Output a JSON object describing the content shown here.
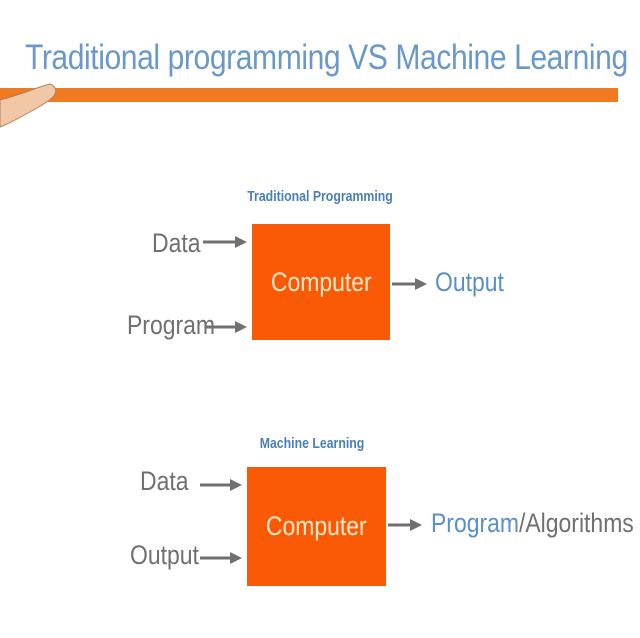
{
  "slide": {
    "title": "Traditional programming VS Machine Learning"
  },
  "traditional": {
    "caption": "Traditional Programming",
    "inputs": [
      "Data",
      "Program"
    ],
    "box": "Computer",
    "output": "Output"
  },
  "ml": {
    "caption": "Machine Learning",
    "inputs": [
      "Data",
      "Output"
    ],
    "box": "Computer",
    "output_part1": "Program",
    "output_part2": "/Algorithms"
  },
  "colors": {
    "accent": "#f07a20",
    "box": "#fa5a05",
    "title": "#6a98c8"
  }
}
